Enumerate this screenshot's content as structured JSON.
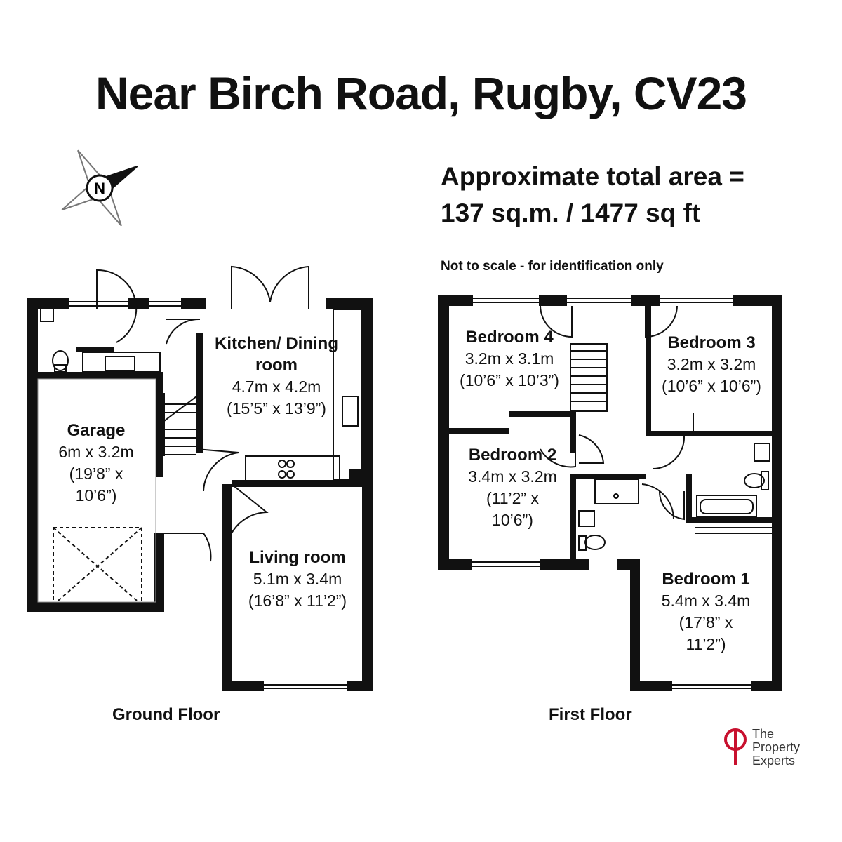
{
  "title": "Near Birch Road, Rugby, CV23",
  "area": {
    "line1": "Approximate total area =",
    "line2": "137 sq.m. / 1477 sq ft"
  },
  "note": "Not to scale - for identification only",
  "compass_icon": "north-compass-icon",
  "ground_floor": {
    "label": "Ground Floor",
    "rooms": {
      "garage": {
        "name": "Garage",
        "metric": "6m x 3.2m",
        "imperial_1": "(19’8” x",
        "imperial_2": "10’6”)"
      },
      "kitchen": {
        "name_1": "Kitchen/ Dining",
        "name_2": "room",
        "metric": "4.7m x 4.2m",
        "imperial": "(15’5” x 13’9”)"
      },
      "living": {
        "name": "Living room",
        "metric": "5.1m x 3.4m",
        "imperial": "(16’8” x 11’2”)"
      }
    }
  },
  "first_floor": {
    "label": "First Floor",
    "rooms": {
      "bedroom4": {
        "name": "Bedroom 4",
        "metric": "3.2m x 3.1m",
        "imperial": "(10’6” x 10’3”)"
      },
      "bedroom3": {
        "name": "Bedroom 3",
        "metric": "3.2m x 3.2m",
        "imperial": "(10’6” x 10’6”)"
      },
      "bedroom2": {
        "name": "Bedroom 2",
        "metric": "3.4m x 3.2m",
        "imperial_1": "(11’2” x",
        "imperial_2": "10’6”)"
      },
      "bedroom1": {
        "name": "Bedroom 1",
        "metric": "5.4m x 3.4m",
        "imperial_1": "(17’8” x",
        "imperial_2": "11’2”)"
      }
    }
  },
  "brand": {
    "line1": "The",
    "line2": "Property",
    "line3": "Experts",
    "color": "#c8102e",
    "icon": "property-experts-logo-icon"
  }
}
